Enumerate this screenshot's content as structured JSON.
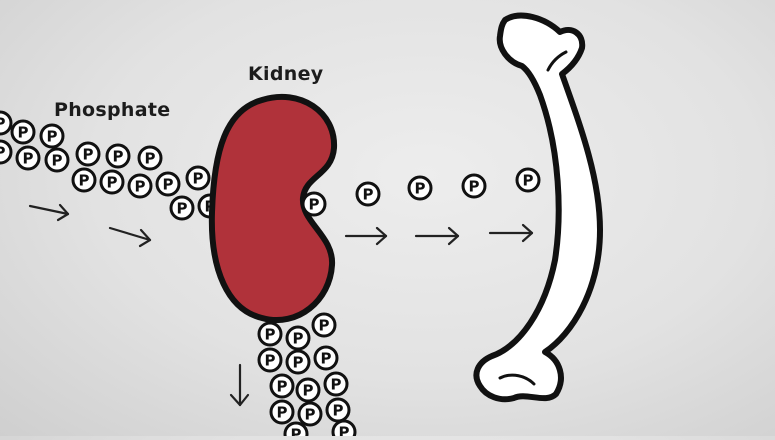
{
  "labels": {
    "kidney": "Kidney",
    "phosphate": "Phosphate"
  },
  "particle_symbol": "P",
  "colors": {
    "kidney_fill": "#b0323a",
    "outline": "#111111",
    "bone_fill": "#ffffff",
    "particle_fill": "#ffffff"
  }
}
